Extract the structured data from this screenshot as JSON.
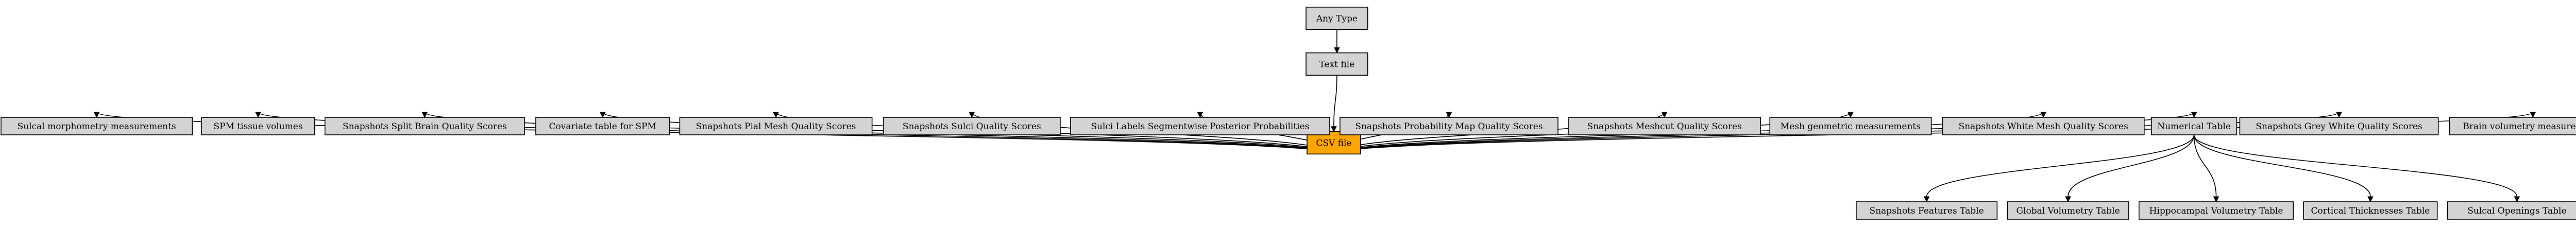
{
  "colors": {
    "node_fill": "#d3d3d3",
    "highlight_fill": "#ffa500",
    "stroke": "#000000",
    "background": "#ffffff"
  },
  "nodes": {
    "any_type": "Any Type",
    "text_file": "Text file",
    "csv_file": "CSV file",
    "sulcal_morphometry": "Sulcal morphometry measurements",
    "spm_tissue": "SPM tissue volumes",
    "split_brain": "Snapshots Split Brain Quality Scores",
    "covariate_spm": "Covariate table for SPM",
    "pial_mesh": "Snapshots Pial Mesh Quality Scores",
    "sulci_quality": "Snapshots Sulci Quality Scores",
    "sulci_labels": "Sulci Labels Segmentwise Posterior Probabilities",
    "prob_map": "Snapshots Probability Map Quality Scores",
    "meshcut": "Snapshots Meshcut Quality Scores",
    "mesh_geometric": "Mesh geometric measurements",
    "white_mesh": "Snapshots White Mesh Quality Scores",
    "numerical_table": "Numerical Table",
    "grey_white": "Snapshots Grey White Quality Scores",
    "brain_volumetry": "Brain volumetry measurements",
    "features_table": "Snapshots Features Table",
    "global_volumetry": "Global Volumetry Table",
    "hippocampal": "Hippocampal Volumetry Table",
    "cortical": "Cortical Thicknesses Table",
    "sulcal_openings": "Sulcal Openings Table"
  },
  "edges": [
    [
      "any_type",
      "text_file"
    ],
    [
      "text_file",
      "csv_file"
    ],
    [
      "csv_file",
      "sulcal_morphometry"
    ],
    [
      "csv_file",
      "spm_tissue"
    ],
    [
      "csv_file",
      "split_brain"
    ],
    [
      "csv_file",
      "covariate_spm"
    ],
    [
      "csv_file",
      "pial_mesh"
    ],
    [
      "csv_file",
      "sulci_quality"
    ],
    [
      "csv_file",
      "sulci_labels"
    ],
    [
      "csv_file",
      "prob_map"
    ],
    [
      "csv_file",
      "meshcut"
    ],
    [
      "csv_file",
      "mesh_geometric"
    ],
    [
      "csv_file",
      "white_mesh"
    ],
    [
      "csv_file",
      "numerical_table"
    ],
    [
      "csv_file",
      "grey_white"
    ],
    [
      "csv_file",
      "brain_volumetry"
    ],
    [
      "numerical_table",
      "features_table"
    ],
    [
      "numerical_table",
      "global_volumetry"
    ],
    [
      "numerical_table",
      "hippocampal"
    ],
    [
      "numerical_table",
      "cortical"
    ],
    [
      "numerical_table",
      "sulcal_openings"
    ]
  ],
  "highlighted": [
    "csv_file"
  ]
}
